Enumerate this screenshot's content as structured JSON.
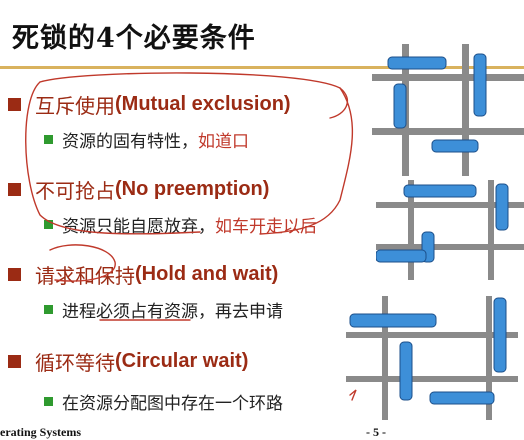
{
  "slide": {
    "title": "死锁的4个必要条件",
    "conditions": [
      {
        "zh": "互斥使用",
        "en": "(Mutual exclusion)",
        "sub": "资源的固有特性，",
        "annotation": "如道口"
      },
      {
        "zh": "不可抢占",
        "en": "(No preemption)",
        "sub": "资源只能自愿放弃，",
        "annotation": "如车开走以后"
      },
      {
        "zh": "请求和保持",
        "en": "(Hold and wait)",
        "sub": "进程必须占有资源，再去申请",
        "annotation": ""
      },
      {
        "zh": "循环等待",
        "en": "(Circular wait)",
        "sub": "在资源分配图中存在一个环路",
        "annotation": ""
      }
    ],
    "footer_left": "erating Systems",
    "page_number": "- 5 -"
  },
  "colors": {
    "title_rule": "#d9b25e",
    "bullet_level1": "#9b2b14",
    "bullet_level2": "#2f9a2f",
    "annotation_ink": "#c0392b",
    "train_blue": "#3d8fd8"
  },
  "illustration": {
    "icon": "traffic-deadlock-illustration"
  }
}
